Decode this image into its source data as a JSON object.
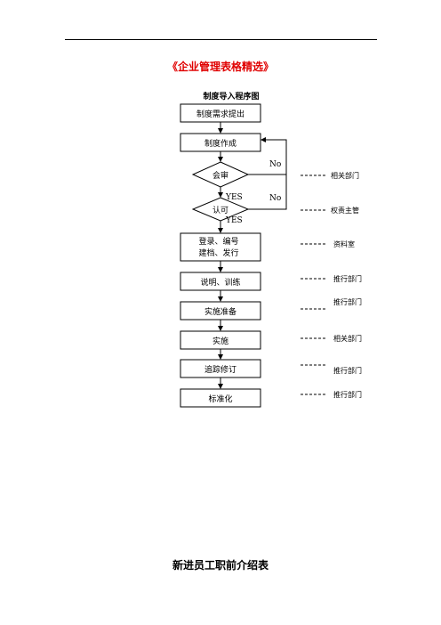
{
  "document": {
    "header_title": "《企业管理表格精选》",
    "diagram_title": "制度导入程序图",
    "footer_title": "新进员工职前介绍表"
  },
  "flowchart": {
    "steps": {
      "s1": "制度需求提出",
      "s2": "制度作成",
      "d1": "会审",
      "d2": "认可",
      "s3_line1": "登录、编号",
      "s3_line2": "建档、发行",
      "s4": "说明、训练",
      "s5": "实施准备",
      "s6": "实施",
      "s7": "追踪修订",
      "s8": "标准化"
    },
    "branch_labels": {
      "no1": "No",
      "no2": "No",
      "yes1": "YES",
      "yes2": "YES"
    },
    "responsible": {
      "r1": "相关部门",
      "r2": "权责主管",
      "r3": "资料室",
      "r4": "推行部门",
      "r5": "推行部门",
      "r6": "相关部门",
      "r7": "推行部门",
      "r8": "推行部门"
    }
  }
}
